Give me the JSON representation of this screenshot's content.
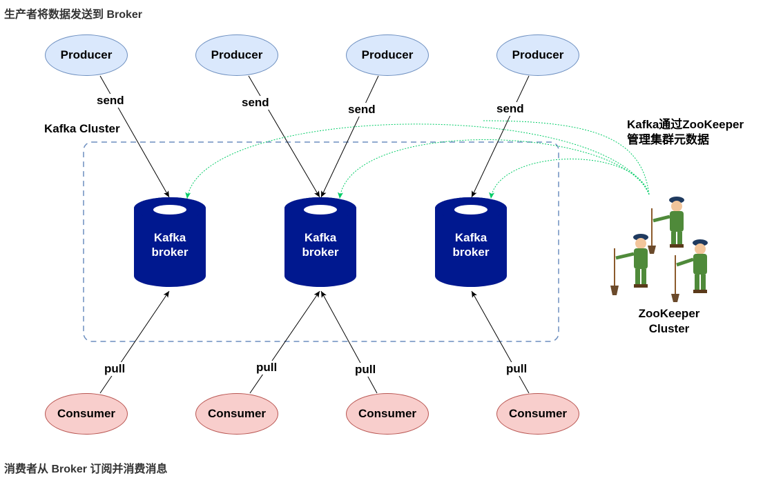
{
  "top_caption": "生产者将数据发送到 Broker",
  "bottom_caption": "消费者从 Broker 订阅并消费消息",
  "cluster_label": "Kafka Cluster",
  "producers": [
    "Producer",
    "Producer",
    "Producer",
    "Producer"
  ],
  "consumers": [
    "Consumer",
    "Consumer",
    "Consumer",
    "Consumer"
  ],
  "brokers": [
    {
      "line1": "Kafka",
      "line2": "broker"
    },
    {
      "line1": "Kafka",
      "line2": "broker"
    },
    {
      "line1": "Kafka",
      "line2": "broker"
    }
  ],
  "send_labels": [
    "send",
    "send",
    "send",
    "send"
  ],
  "pull_labels": [
    "pull",
    "pull",
    "pull",
    "pull"
  ],
  "zookeeper_note": {
    "line1": "Kafka通过ZooKeeper",
    "line2": "管理集群元数据"
  },
  "zookeeper_cluster": {
    "line1": "ZooKeeper",
    "line2": "Cluster",
    "icon": "zookeeper-keepers-illustration"
  },
  "colors": {
    "producer_fill": "#dae8fc",
    "producer_stroke": "#6c8ebf",
    "consumer_fill": "#f8cecc",
    "consumer_stroke": "#b85450",
    "broker_fill": "#00188f",
    "cluster_border": "#6c8ebf",
    "zk_link": "#00cc66"
  }
}
